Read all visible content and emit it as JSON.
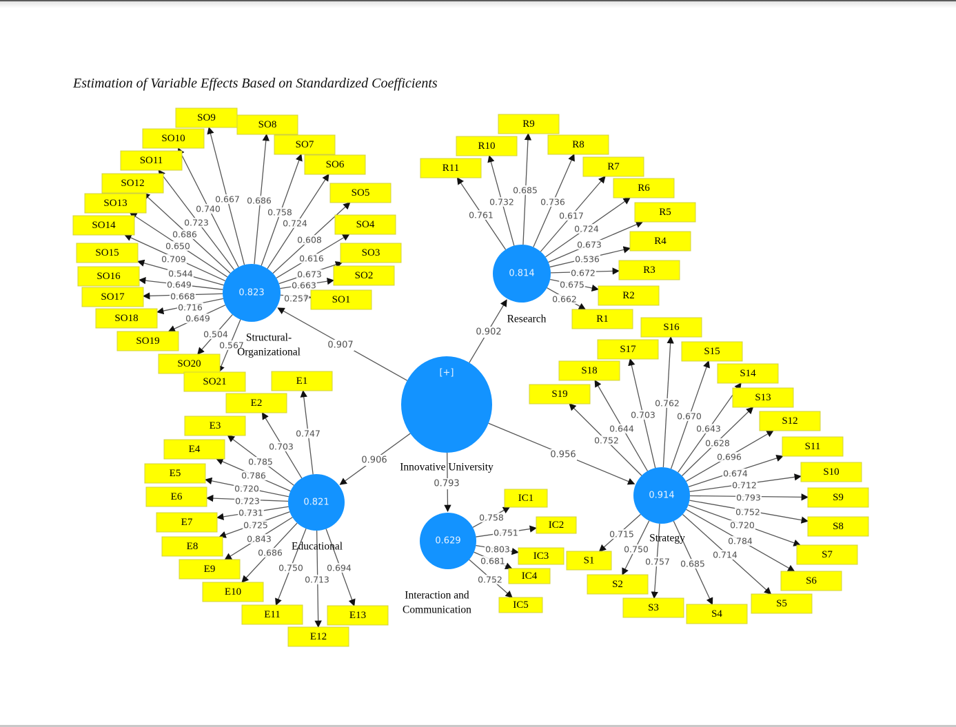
{
  "title": "Estimation of Variable Effects Based on Standardized Coefficients",
  "colors": {
    "construct": "#1393ff",
    "indicator": "#ffff00",
    "edge": "#555555"
  },
  "central": {
    "name": "Innovative University",
    "expand_label": "[+]"
  },
  "constructs": [
    {
      "id": "SO",
      "name_lines": [
        "Structural-",
        "Organizational"
      ],
      "r2": "0.823",
      "path_coefficient": "0.907",
      "indicators": [
        {
          "label": "SO1",
          "loading": "0.257"
        },
        {
          "label": "SO2",
          "loading": "0.663"
        },
        {
          "label": "SO3",
          "loading": "0.673"
        },
        {
          "label": "SO4",
          "loading": "0.616"
        },
        {
          "label": "SO5",
          "loading": "0.608"
        },
        {
          "label": "SO6",
          "loading": "0.724"
        },
        {
          "label": "SO7",
          "loading": "0.758"
        },
        {
          "label": "SO8",
          "loading": "0.686"
        },
        {
          "label": "SO9",
          "loading": "0.667"
        },
        {
          "label": "SO10",
          "loading": "0.740"
        },
        {
          "label": "SO11",
          "loading": "0.723"
        },
        {
          "label": "SO12",
          "loading": "0.686"
        },
        {
          "label": "SO13",
          "loading": "0.650"
        },
        {
          "label": "SO14",
          "loading": "0.709"
        },
        {
          "label": "SO15",
          "loading": "0.544"
        },
        {
          "label": "SO16",
          "loading": "0.649"
        },
        {
          "label": "SO17",
          "loading": "0.668"
        },
        {
          "label": "SO18",
          "loading": "0.716"
        },
        {
          "label": "SO19",
          "loading": "0.649"
        },
        {
          "label": "SO20",
          "loading": "0.504"
        },
        {
          "label": "SO21",
          "loading": "0.567"
        }
      ]
    },
    {
      "id": "R",
      "name_lines": [
        "Research"
      ],
      "r2": "0.814",
      "path_coefficient": "0.902",
      "indicators": [
        {
          "label": "R1",
          "loading": "0.662"
        },
        {
          "label": "R2",
          "loading": "0.675"
        },
        {
          "label": "R3",
          "loading": "0.672"
        },
        {
          "label": "R4",
          "loading": "0.536"
        },
        {
          "label": "R5",
          "loading": "0.673"
        },
        {
          "label": "R6",
          "loading": "0.724"
        },
        {
          "label": "R7",
          "loading": "0.617"
        },
        {
          "label": "R8",
          "loading": "0.736"
        },
        {
          "label": "R9",
          "loading": "0.685"
        },
        {
          "label": "R10",
          "loading": "0.732"
        },
        {
          "label": "R11",
          "loading": "0.761"
        }
      ]
    },
    {
      "id": "E",
      "name_lines": [
        "Educational"
      ],
      "r2": "0.821",
      "path_coefficient": "0.906",
      "indicators": [
        {
          "label": "E1",
          "loading": "0.747"
        },
        {
          "label": "E2",
          "loading": "0.703"
        },
        {
          "label": "E3",
          "loading": "0.785"
        },
        {
          "label": "E4",
          "loading": "0.786"
        },
        {
          "label": "E5",
          "loading": "0.720"
        },
        {
          "label": "E6",
          "loading": "0.723"
        },
        {
          "label": "E7",
          "loading": "0.731"
        },
        {
          "label": "E8",
          "loading": "0.725"
        },
        {
          "label": "E9",
          "loading": "0.843"
        },
        {
          "label": "E10",
          "loading": "0.686"
        },
        {
          "label": "E11",
          "loading": "0.750"
        },
        {
          "label": "E12",
          "loading": "0.713"
        },
        {
          "label": "E13",
          "loading": "0.694"
        }
      ]
    },
    {
      "id": "S",
      "name_lines": [
        "Strategy"
      ],
      "r2": "0.914",
      "path_coefficient": "0.956",
      "indicators": [
        {
          "label": "S1",
          "loading": "0.715"
        },
        {
          "label": "S2",
          "loading": "0.750"
        },
        {
          "label": "S3",
          "loading": "0.757"
        },
        {
          "label": "S4",
          "loading": "0.685"
        },
        {
          "label": "S5",
          "loading": "0.714"
        },
        {
          "label": "S6",
          "loading": "0.784"
        },
        {
          "label": "S7",
          "loading": "0.720"
        },
        {
          "label": "S8",
          "loading": "0.752"
        },
        {
          "label": "S9",
          "loading": "0.793"
        },
        {
          "label": "S10",
          "loading": "0.712"
        },
        {
          "label": "S11",
          "loading": "0.674"
        },
        {
          "label": "S12",
          "loading": "0.696"
        },
        {
          "label": "S13",
          "loading": "0.628"
        },
        {
          "label": "S14",
          "loading": "0.643"
        },
        {
          "label": "S15",
          "loading": "0.670"
        },
        {
          "label": "S16",
          "loading": "0.762"
        },
        {
          "label": "S17",
          "loading": "0.703"
        },
        {
          "label": "S18",
          "loading": "0.644"
        },
        {
          "label": "S19",
          "loading": "0.752"
        }
      ]
    },
    {
      "id": "IC",
      "name_lines": [
        "Interaction and",
        "Communication"
      ],
      "r2": "0.629",
      "path_coefficient": "0.793",
      "indicators": [
        {
          "label": "IC1",
          "loading": "0.758"
        },
        {
          "label": "IC2",
          "loading": "0.751"
        },
        {
          "label": "IC3",
          "loading": "0.803"
        },
        {
          "label": "IC4",
          "loading": "0.681"
        },
        {
          "label": "IC5",
          "loading": "0.752"
        }
      ]
    }
  ]
}
